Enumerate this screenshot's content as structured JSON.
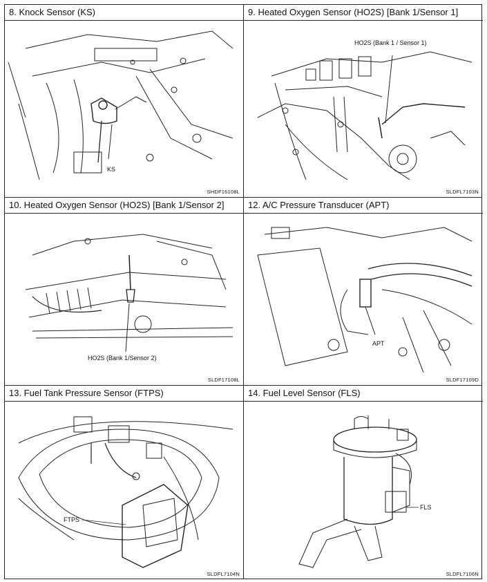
{
  "panels": [
    {
      "title": "8.  Knock Sensor (KS)",
      "callout": "KS",
      "code": "SHDF16108L"
    },
    {
      "title": "9.  Heated Oxygen Sensor (HO2S) [Bank 1/Sensor 1]",
      "callout": "HO2S (Bank 1 / Sensor 1)",
      "code": "SLDFL7103N"
    },
    {
      "title": "10.  Heated Oxygen Sensor (HO2S) [Bank 1/Sensor 2]",
      "callout": "HO2S (Bank 1/Sensor 2)",
      "code": "SLDF17108L"
    },
    {
      "title": "12.  A/C Pressure Transducer (APT)",
      "callout": "APT",
      "code": "SLDF17109D"
    },
    {
      "title": "13.  Fuel Tank Pressure Sensor (FTPS)",
      "callout": "FTPS",
      "code": "SLDFL7104N"
    },
    {
      "title": "14.  Fuel Level Sensor (FLS)",
      "callout": "FLS",
      "code": "SLDFL7106N"
    }
  ]
}
